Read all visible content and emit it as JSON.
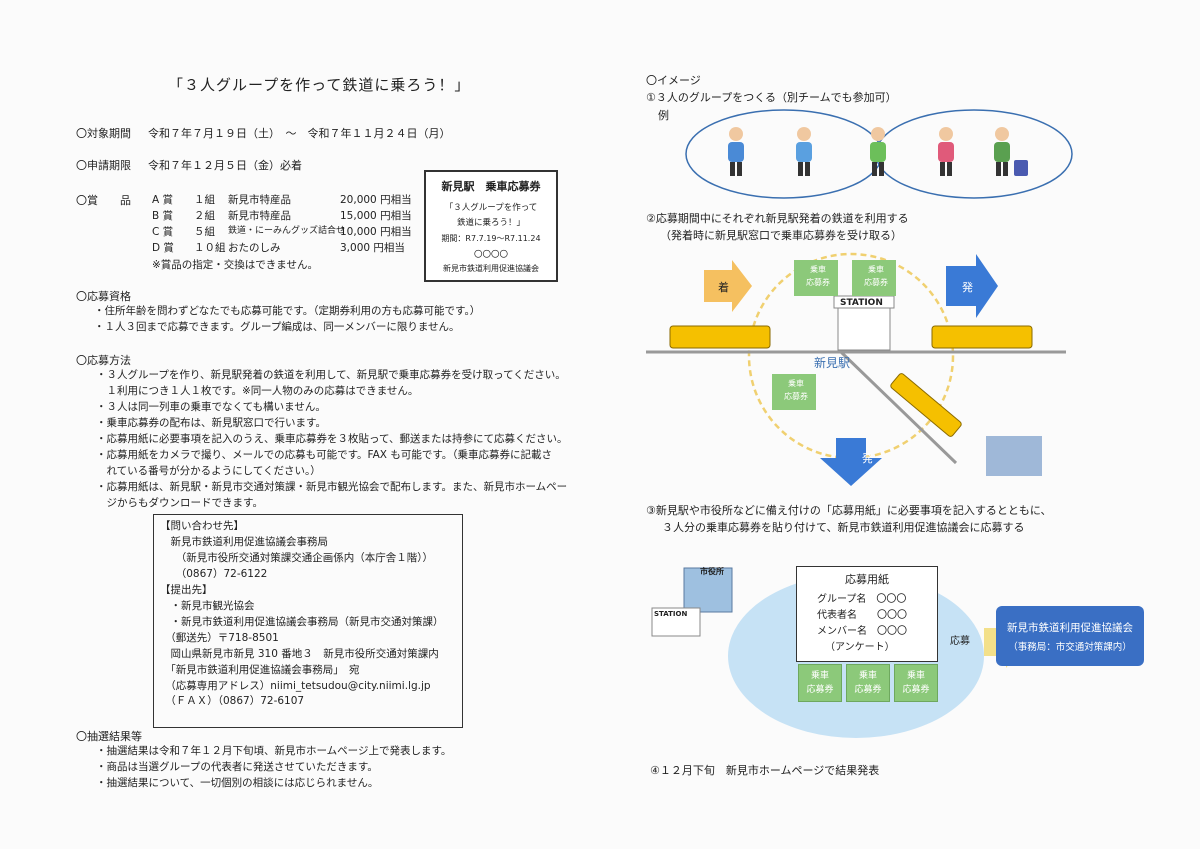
{
  "left": {
    "title": "「３人グループを作って鉄道に乗ろう！」",
    "period": {
      "label": "〇対象期間",
      "value": "令和７年７月１９日（土）　～　令和７年１１月２４日（月）"
    },
    "deadline": {
      "label": "〇申請期限",
      "value": "令和７年１２月５日（金）必着"
    },
    "prizes": {
      "label": "〇賞　　品",
      "rows": [
        {
          "rank": "A 賞",
          "count": "１組",
          "item": "新見市特産品",
          "amount": "20,000 円相当"
        },
        {
          "rank": "B 賞",
          "count": "２組",
          "item": "新見市特産品",
          "amount": "15,000 円相当"
        },
        {
          "rank": "C 賞",
          "count": "５組",
          "item": "鉄道・にーみんグッズ詰合せ",
          "amount": "10,000 円相当"
        },
        {
          "rank": "D 賞",
          "count": "１０組",
          "item": "おたのしみ",
          "amount": "3,000 円相当"
        }
      ],
      "note": "※賞品の指定・交換はできません。"
    },
    "ticket": {
      "title": "新見駅　乗車応募券",
      "line1": "「３人グループを作って",
      "line2": "鉄道に乗ろう！」",
      "period": "期間：R7.7.19～R7.11.24",
      "code": "〇〇〇〇",
      "issuer": "新見市鉄道利用促進協議会"
    },
    "eligibility": {
      "label": "〇応募資格",
      "items": [
        "・住所年齢を問わずどなたでも応募可能です。（定期券利用の方も応募可能です。）",
        "・１人３回まで応募できます。グループ編成は、同一メンバーに限りません。"
      ]
    },
    "method": {
      "label": "〇応募方法",
      "items": [
        "・３人グループを作り、新見駅発着の鉄道を利用して、新見駅で乗車応募券を受け取ってください。",
        "　１利用につき１人１枚です。※同一人物のみの応募はできません。",
        "・３人は同一列車の乗車でなくても構いません。",
        "・乗車応募券の配布は、新見駅窓口で行います。",
        "・応募用紙に必要事項を記入のうえ、乗車応募券を３枚貼って、郵送または持参にて応募ください。",
        "・応募用紙をカメラで撮り、メールでの応募も可能です。FAX も可能です。（乗車応募券に記載さ",
        "　れている番号が分かるようにしてください。）",
        "・応募用紙は、新見駅・新見市交通対策課・新見市観光協会で配布します。また、新見市ホームペー",
        "　ジからもダウンロードできます。"
      ]
    },
    "contact": [
      "【問い合わせ先】",
      "　新見市鉄道利用促進協議会事務局",
      "　　（新見市役所交通対策課交通企画係内（本庁舎１階））",
      "　　（0867）72-6122",
      "【提出先】",
      "　・新見市観光協会",
      "　・新見市鉄道利用促進協議会事務局（新見市交通対策課）",
      "　（郵送先）〒718-8501",
      "　岡山県新見市新見 310 番地３　新見市役所交通対策課内",
      "　「新見市鉄道利用促進協議会事務局」　宛",
      "　（応募専用アドレス）niimi_tetsudou@city.niimi.lg.jp",
      "　（ＦＡＸ）（0867）72-6107"
    ],
    "results": {
      "label": "〇抽選結果等",
      "items": [
        "・抽選結果は令和７年１２月下旬頃、新見市ホームページ上で発表します。",
        "・商品は当選グループの代表者に発送させていただきます。",
        "・抽選結果について、一切個別の相談には応じられません。"
      ]
    }
  },
  "right": {
    "image_label": "〇イメージ",
    "step1": "①３人のグループをつくる（別チームでも参加可）",
    "step1_example": "例",
    "step2": "②応募期間中にそれぞれ新見駅発着の鉄道を利用する",
    "step2_sub": "（発着時に新見駅窓口で乗車応募券を受け取る）",
    "arrive": "着",
    "depart": "発",
    "depart2": "発",
    "station_sign": "STATION",
    "station_name": "新見駅",
    "ticket_label_1": "乗車",
    "ticket_label_2": "応募券",
    "step3_line1": "③新見駅や市役所などに備え付けの「応募用紙」に必要事項を記入するとともに、",
    "step3_line2": "３人分の乗車応募券を貼り付けて、新見市鉄道利用促進協議会に応募する",
    "cityhall_sign": "市役所",
    "station_sign2": "STATION",
    "form": {
      "title": "応募用紙",
      "rows": [
        "グループ名　〇〇〇",
        "代表者名　　〇〇〇",
        "メンバー名　〇〇〇",
        "（アンケート）"
      ]
    },
    "apply": "応募",
    "council_line1": "新見市鉄道利用促進協議会",
    "council_line2": "（事務局：市交通対策課内）",
    "step4": "④１２月下旬　新見市ホームページで結果発表"
  }
}
